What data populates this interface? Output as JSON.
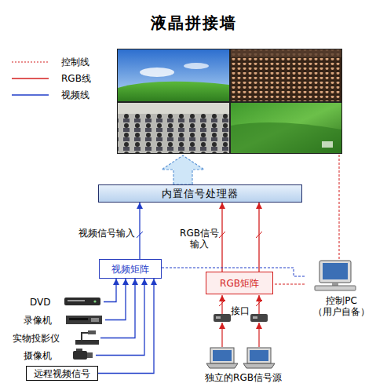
{
  "diagram": {
    "title": "液晶拼接墙",
    "nodes": [
      {
        "text": [
          "内置信号处理器"
        ]
      },
      {
        "text": [
          "视频矩阵"
        ]
      },
      {
        "text": [
          "RGB矩阵"
        ]
      },
      {
        "text": [
          "控制PC （用户自备）"
        ]
      },
      {
        "text": [
          "DVD"
        ]
      },
      {
        "text": [
          "录像机"
        ]
      },
      {
        "text": [
          "实物投影仪"
        ]
      },
      {
        "text": [
          "摄像机"
        ]
      },
      {
        "text": [
          "远程视频信号"
        ]
      }
    ],
    "edges": [
      {
        "from": 1,
        "to": 0,
        "arrow": "to",
        "label": "视频信号输入"
      },
      {
        "from": 2,
        "to": 0,
        "arrow": "to",
        "label": "RGB信号输入"
      },
      {
        "from": 2,
        "to": 0,
        "arrow": "to"
      },
      {
        "from": 4,
        "to": 1,
        "arrow": "to"
      },
      {
        "from": 5,
        "to": 1,
        "arrow": "to"
      },
      {
        "from": 6,
        "to": 1,
        "arrow": "to"
      },
      {
        "from": 7,
        "to": 1,
        "arrow": "to"
      },
      {
        "from": 8,
        "to": 1,
        "arrow": "to"
      },
      {
        "from": 3,
        "to": 1,
        "arrow": "none"
      },
      {
        "from": 3,
        "to": 2,
        "arrow": "none"
      }
    ],
    "labels": [
      "接口",
      "独立的RGB信号源"
    ],
    "legend": [
      {
        "text": "控制线"
      },
      {
        "text": "RGB线"
      },
      {
        "text": "视频线"
      }
    ]
  }
}
